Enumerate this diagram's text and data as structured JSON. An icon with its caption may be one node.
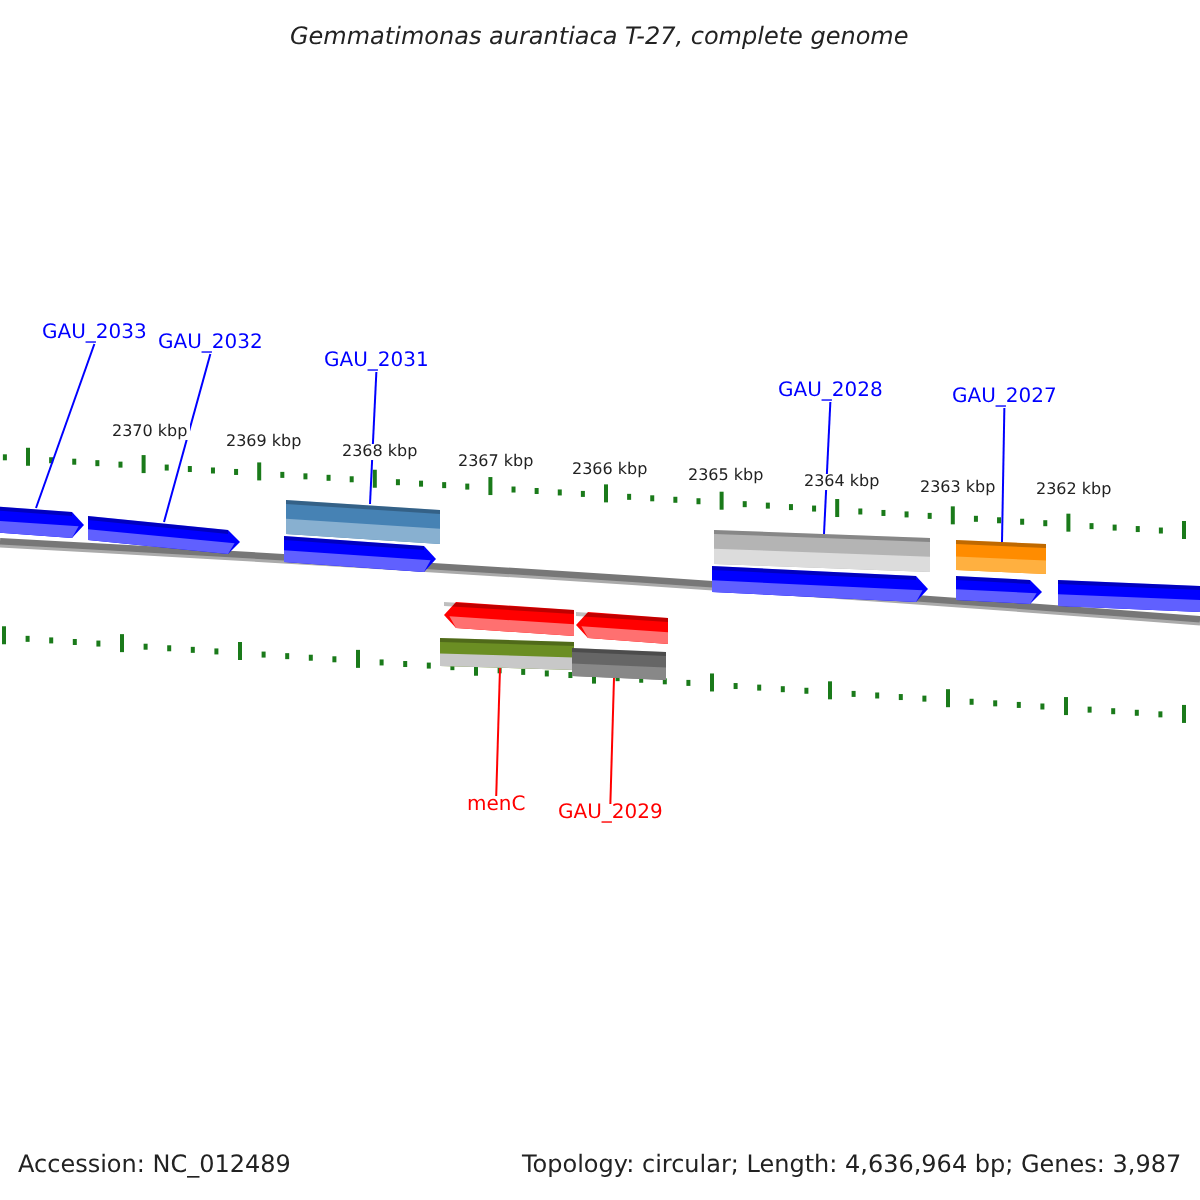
{
  "diagram": {
    "title": "Gemmatimonas aurantiaca T-27, complete genome",
    "nodes": [
      {
        "text": [
          "GAU_2033"
        ]
      },
      {
        "text": [
          "GAU_2032"
        ]
      },
      {
        "text": [
          "GAU_2031"
        ]
      },
      {
        "text": [
          "GAU_2028"
        ]
      },
      {
        "text": [
          "GAU_2027"
        ]
      },
      {
        "text": [
          "menC"
        ]
      },
      {
        "text": [
          "GAU_2029"
        ]
      },
      {
        "text": [],
        "shape": "arrow"
      },
      {
        "text": [],
        "shape": "arrow"
      },
      {
        "text": [],
        "shape": "bar"
      },
      {
        "text": [],
        "shape": "arrow"
      },
      {
        "text": [],
        "shape": "bar"
      },
      {
        "text": [],
        "shape": "arrow"
      },
      {
        "text": [],
        "shape": "bar"
      },
      {
        "text": [],
        "shape": "arrow"
      },
      {
        "text": [],
        "shape": "arrow"
      },
      {
        "text": [],
        "shape": "arrow"
      },
      {
        "text": [],
        "shape": "arrow"
      },
      {
        "text": [],
        "shape": "bar"
      },
      {
        "text": [],
        "shape": "bar"
      }
    ],
    "edges": [
      {
        "from": 0,
        "to": 7,
        "arrow": "none"
      },
      {
        "from": 1,
        "to": 8,
        "arrow": "none"
      },
      {
        "from": 2,
        "to": 9,
        "arrow": "none"
      },
      {
        "from": 3,
        "to": 11,
        "arrow": "none"
      },
      {
        "from": 4,
        "to": 13,
        "arrow": "none"
      },
      {
        "from": 5,
        "to": 18,
        "arrow": "none",
        "color": "#ff0000"
      },
      {
        "from": 6,
        "to": 19,
        "arrow": "none",
        "color": "#ff0000"
      }
    ],
    "labels": [
      "2370 kbp",
      "2369 kbp",
      "2368 kbp",
      "2367 kbp",
      "2366 kbp",
      "2365 kbp",
      "2364 kbp",
      "2363 kbp",
      "2362 kbp",
      "Accession: NC_012489",
      "Topology: circular; Length: 4,636,964 bp; Genes: 3,987"
    ]
  }
}
